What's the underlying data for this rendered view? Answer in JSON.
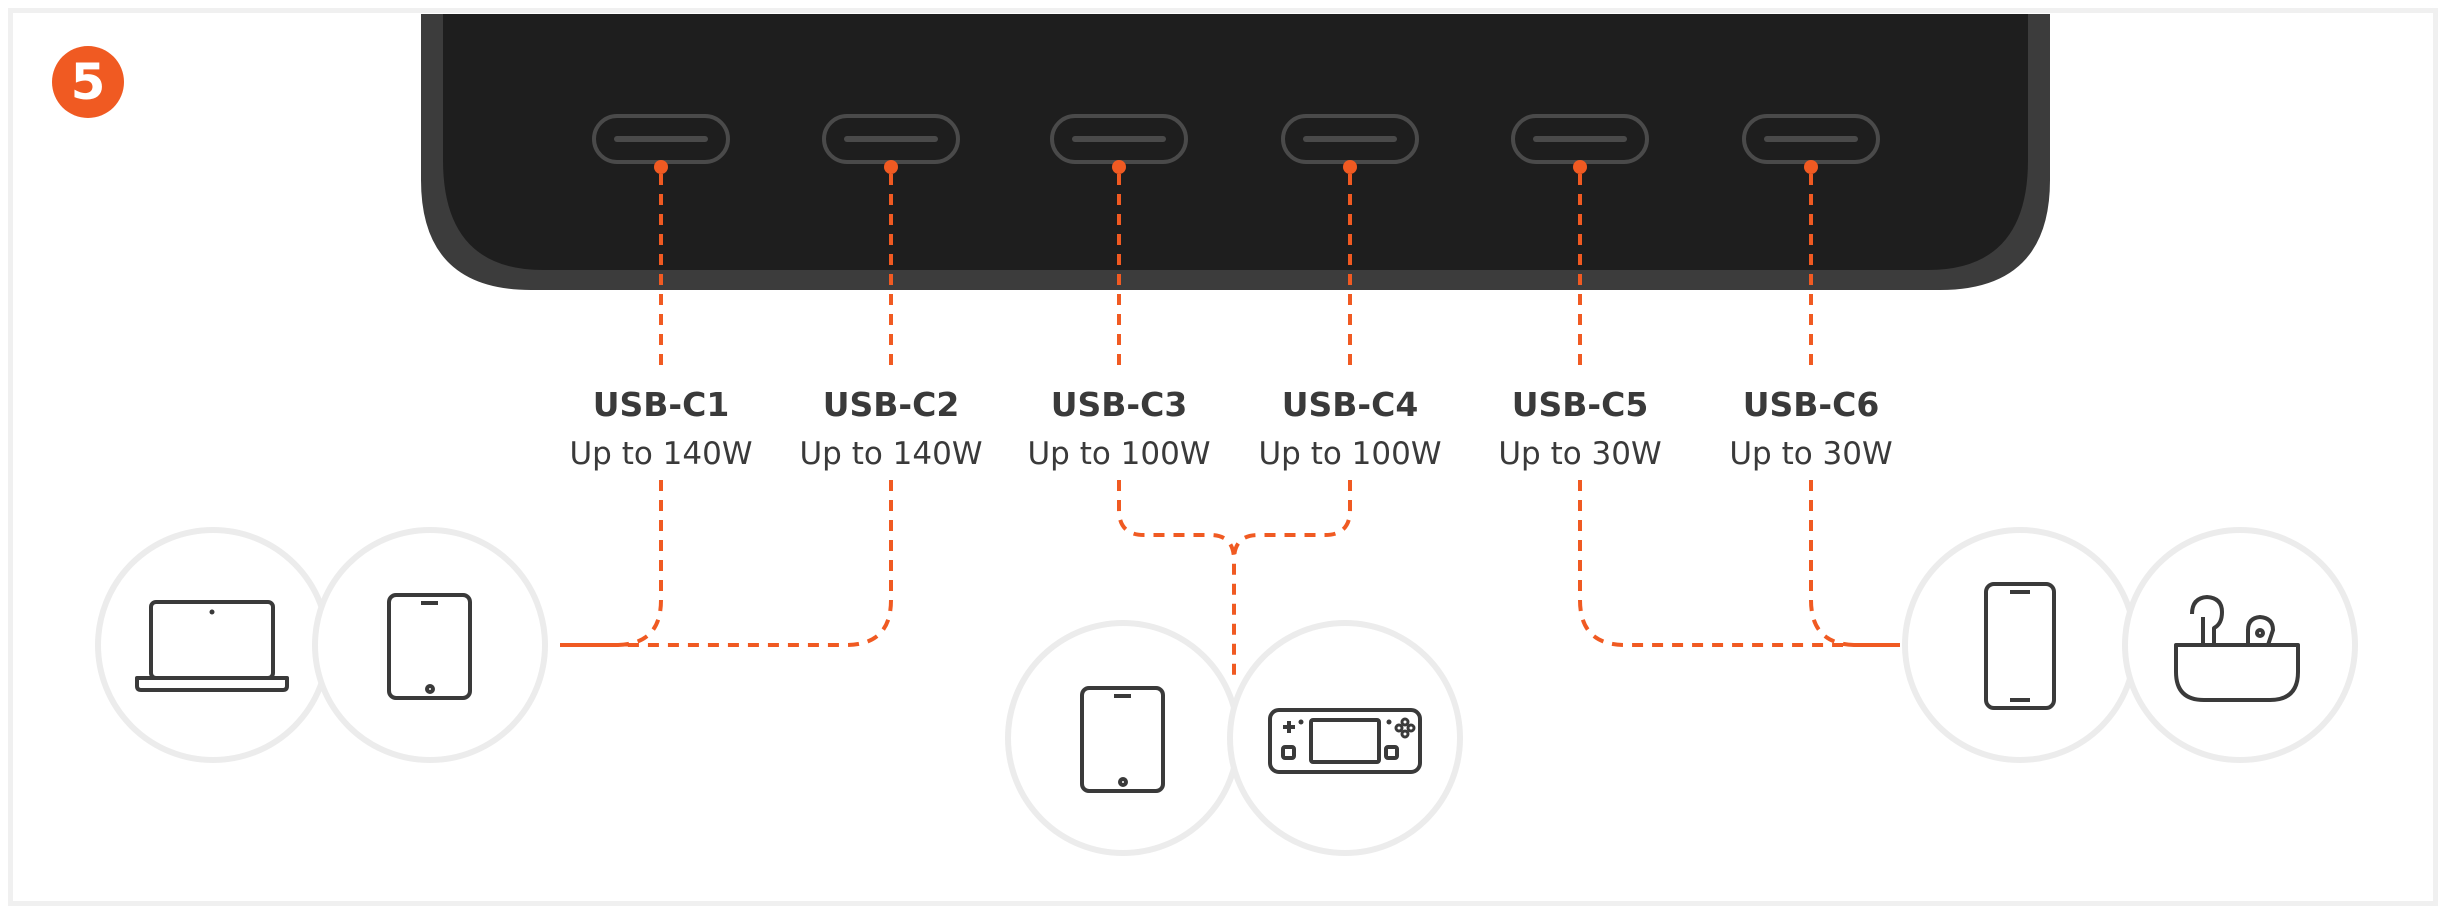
{
  "step": {
    "number": "5"
  },
  "ports": [
    {
      "name": "USB-C1",
      "power": "Up to 140W"
    },
    {
      "name": "USB-C2",
      "power": "Up to 140W"
    },
    {
      "name": "USB-C3",
      "power": "Up to 100W"
    },
    {
      "name": "USB-C4",
      "power": "Up to 100W"
    },
    {
      "name": "USB-C5",
      "power": "Up to 30W"
    },
    {
      "name": "USB-C6",
      "power": "Up to 30W"
    }
  ],
  "device_groups": [
    {
      "ports": [
        "USB-C1",
        "USB-C2"
      ],
      "devices": [
        "laptop-icon",
        "tablet-icon"
      ]
    },
    {
      "ports": [
        "USB-C3",
        "USB-C4"
      ],
      "devices": [
        "tablet-icon",
        "handheld-game-console-icon"
      ]
    },
    {
      "ports": [
        "USB-C5",
        "USB-C6"
      ],
      "devices": [
        "phone-icon",
        "earbuds-case-icon"
      ]
    }
  ],
  "colors": {
    "accent": "#f05a22",
    "charger_body": "#1e1e1e",
    "charger_rim": "#3c3c3c",
    "icon_stroke": "#3a3a3a",
    "circle_outline": "#ececec"
  }
}
